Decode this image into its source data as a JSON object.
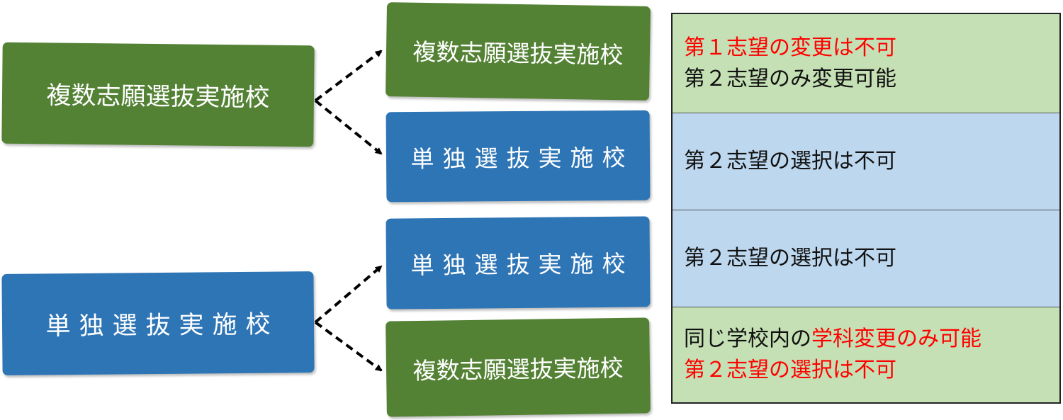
{
  "sources": [
    {
      "label": "複数志願選抜実施校",
      "color": "#548235"
    },
    {
      "label": "単独選抜実施校",
      "color": "#2e75b6"
    }
  ],
  "destinations": [
    {
      "label": "複数志願選抜実施校"
    },
    {
      "label": "単独選抜実施校"
    },
    {
      "label": "単独選抜実施校"
    },
    {
      "label": "複数志願選抜実施校"
    }
  ],
  "notes": [
    {
      "line1": "第１志望の変更は不可",
      "line2": "第２志望のみ変更可能"
    },
    {
      "line1": "第２志望の選択は不可"
    },
    {
      "line1": "第２志望の選択は不可"
    },
    {
      "line1_a": "同じ学校内の",
      "line1_b": "学科変更のみ可能",
      "line2": "第２志望の選択は不可"
    }
  ],
  "colors": {
    "green_box": "#548235",
    "blue_box": "#2e75b6",
    "green_cell": "#c5e0b4",
    "blue_cell": "#bdd7ee",
    "emphasis": "#ff0000"
  }
}
